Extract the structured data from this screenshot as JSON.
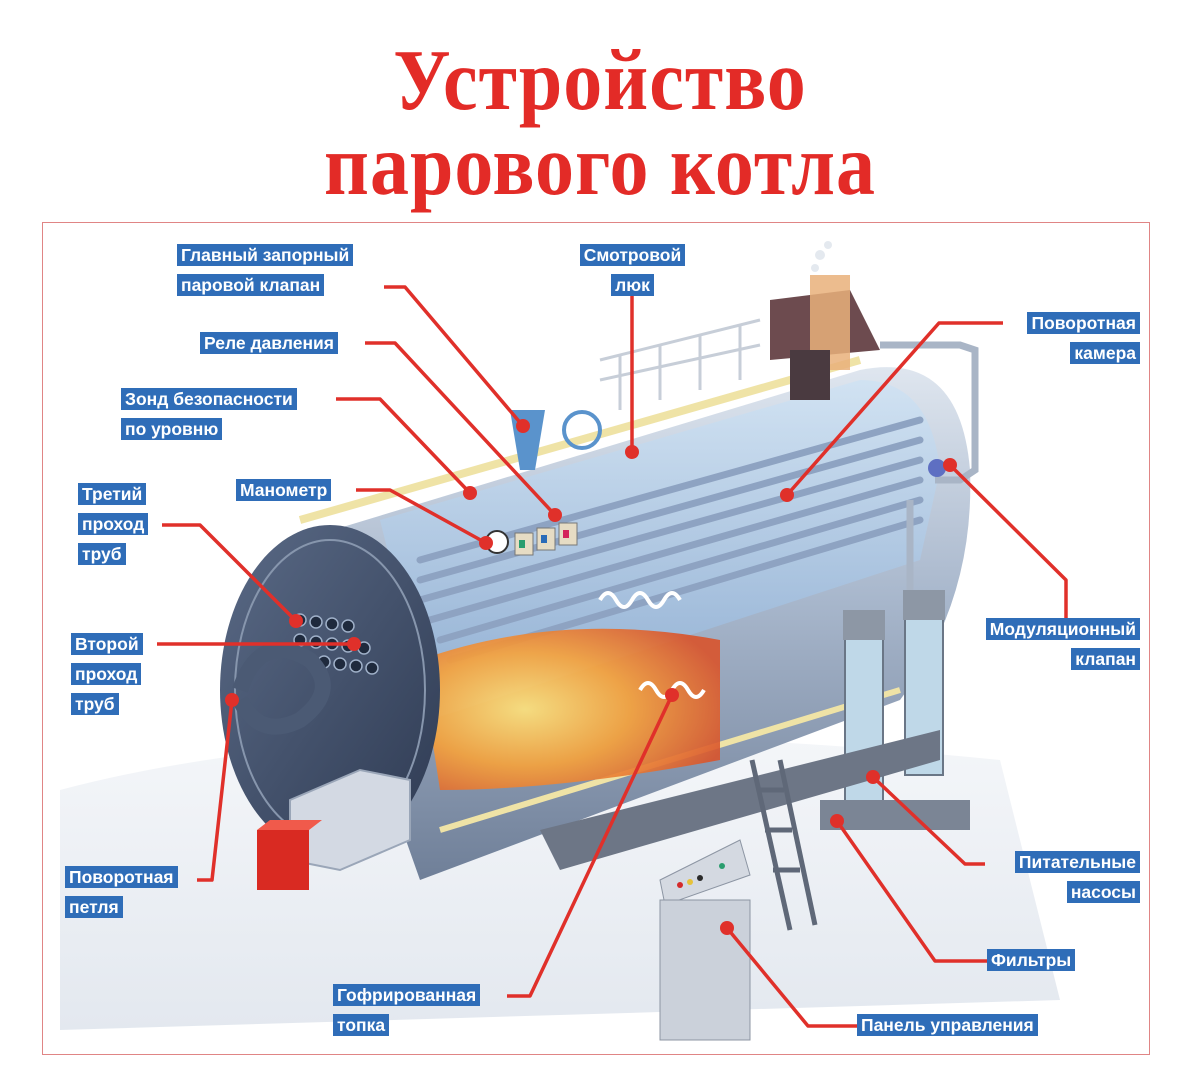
{
  "title": {
    "line1": "Устройство",
    "line2": "парового котла"
  },
  "colors": {
    "title": "#e32b27",
    "label_bg": "#2f6db8",
    "label_text": "#ffffff",
    "leader_line": "#e0302a",
    "frame": "#e08585"
  },
  "labels": [
    {
      "id": "main-steam-valve",
      "lines": [
        "Главный запорный",
        "паровой клапан"
      ]
    },
    {
      "id": "inspection-hatch",
      "lines": [
        "Смотровой",
        "люк"
      ]
    },
    {
      "id": "pressure-relay",
      "lines": [
        "Реле давления"
      ]
    },
    {
      "id": "level-safety-probe",
      "lines": [
        "Зонд безопасности",
        "по уровню"
      ]
    },
    {
      "id": "manometer",
      "lines": [
        "Манометр"
      ]
    },
    {
      "id": "third-tube-pass",
      "lines": [
        "Третий",
        "проход",
        "труб"
      ]
    },
    {
      "id": "second-tube-pass",
      "lines": [
        "Второй",
        "проход",
        "труб"
      ]
    },
    {
      "id": "reversing-loop",
      "lines": [
        "Поворотная",
        "петля"
      ]
    },
    {
      "id": "corrugated-furnace",
      "lines": [
        "Гофрированная",
        "топка"
      ]
    },
    {
      "id": "reversing-chamber",
      "lines": [
        "Поворотная",
        "камера"
      ]
    },
    {
      "id": "modulating-valve",
      "lines": [
        "Модуляционный",
        "клапан"
      ]
    },
    {
      "id": "feed-pumps",
      "lines": [
        "Питательные",
        "насосы"
      ]
    },
    {
      "id": "filters",
      "lines": [
        "Фильтры"
      ]
    },
    {
      "id": "control-panel",
      "lines": [
        "Панель управления"
      ]
    }
  ]
}
